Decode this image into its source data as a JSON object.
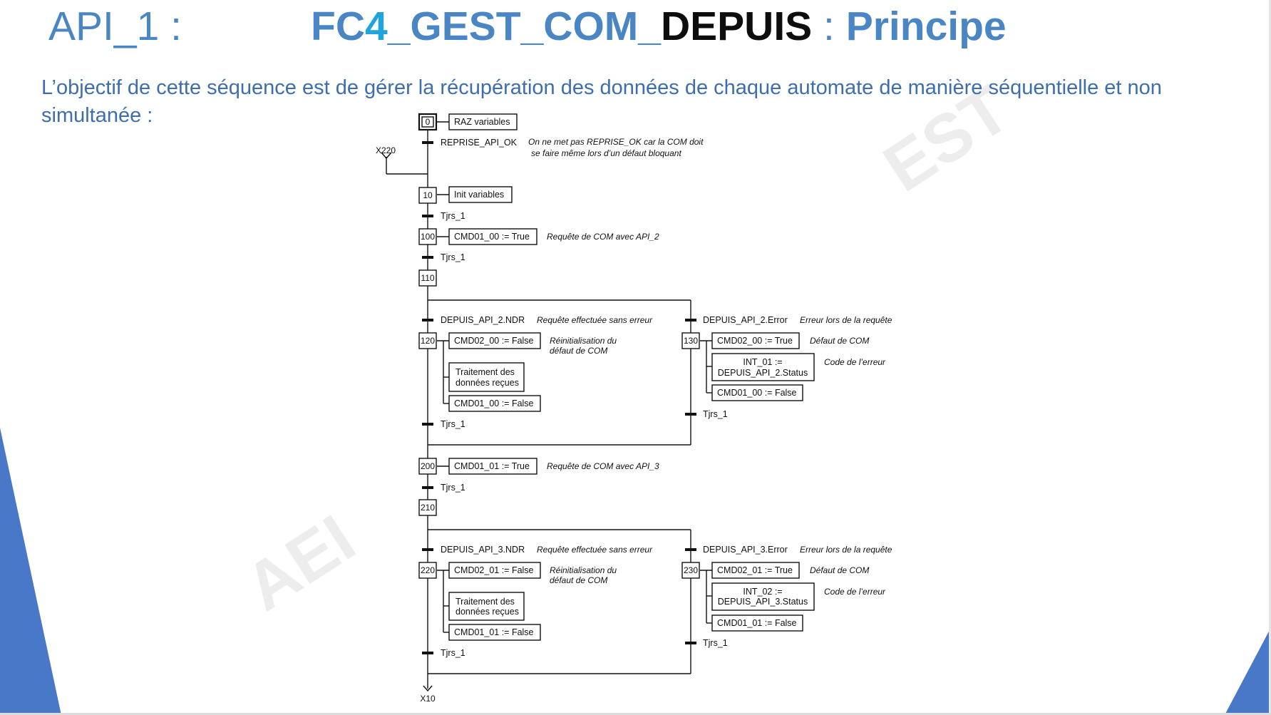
{
  "title": {
    "left": "API_1 :",
    "main_part1": "FC",
    "main_part2": "4",
    "main_part3": "_GEST_COM_",
    "main_part4": "DEPUIS",
    "main_sep": " : ",
    "main_part5": "Principe"
  },
  "intro_text": "L’objectif de cette séquence est de gérer la récupération des données de chaque automate de manière séquentielle et non simultanée :",
  "watermark": {
    "left": "AEI",
    "right": "EST"
  },
  "grafcet": {
    "init_step": "0",
    "raz": "RAZ variables",
    "reprise": "REPRISE_API_OK",
    "reprise_comment_1": "On ne met pas REPRISE_OK car la COM doit",
    "reprise_comment_2": "se faire même lors d’un défaut bloquant",
    "x220": "X220",
    "step10": "10",
    "init_vars": "Init variables",
    "tjrs": "Tjrs_1",
    "step100": "100",
    "cmd01_00_true": "CMD01_00 := True",
    "req_api2": "Requête de COM avec API_2",
    "step110": "110",
    "ndr_api2": "DEPUIS_API_2.NDR",
    "no_error": "Requête effectuée sans erreur",
    "error_api2": "DEPUIS_API_2.Error",
    "error_comment": "Erreur lors de la requête",
    "step120": "120",
    "cmd02_00_false": "CMD02_00 := False",
    "reinit_1": "Réinitialisation du",
    "reinit_2": "défaut de COM",
    "traitement_1": "Traitement des",
    "traitement_2": "données reçues",
    "cmd01_00_false": "CMD01_00 := False",
    "step130": "130",
    "cmd02_00_true": "CMD02_00 := True",
    "defaut_com": "Défaut de COM",
    "int01_1": "INT_01 :=",
    "int01_2": "DEPUIS_API_2.Status",
    "code_erreur": "Code de l’erreur",
    "step200": "200",
    "cmd01_01_true": "CMD01_01 := True",
    "req_api3": "Requête de COM avec API_3",
    "step210": "210",
    "ndr_api3": "DEPUIS_API_3.NDR",
    "error_api3": "DEPUIS_API_3.Error",
    "step220": "220",
    "cmd02_01_false": "CMD02_01 := False",
    "cmd01_01_false": "CMD01_01 := False",
    "step230": "230",
    "cmd02_01_true": "CMD02_01 := True",
    "int02_1": "INT_02 :=",
    "int02_2": "DEPUIS_API_3.Status",
    "x10": "X10"
  },
  "colors": {
    "title_blue": "#4a86c4",
    "title_cyan": "#20a4dc",
    "text_blue": "#3c6eb0",
    "accent_triangle": "#4a78c8"
  }
}
